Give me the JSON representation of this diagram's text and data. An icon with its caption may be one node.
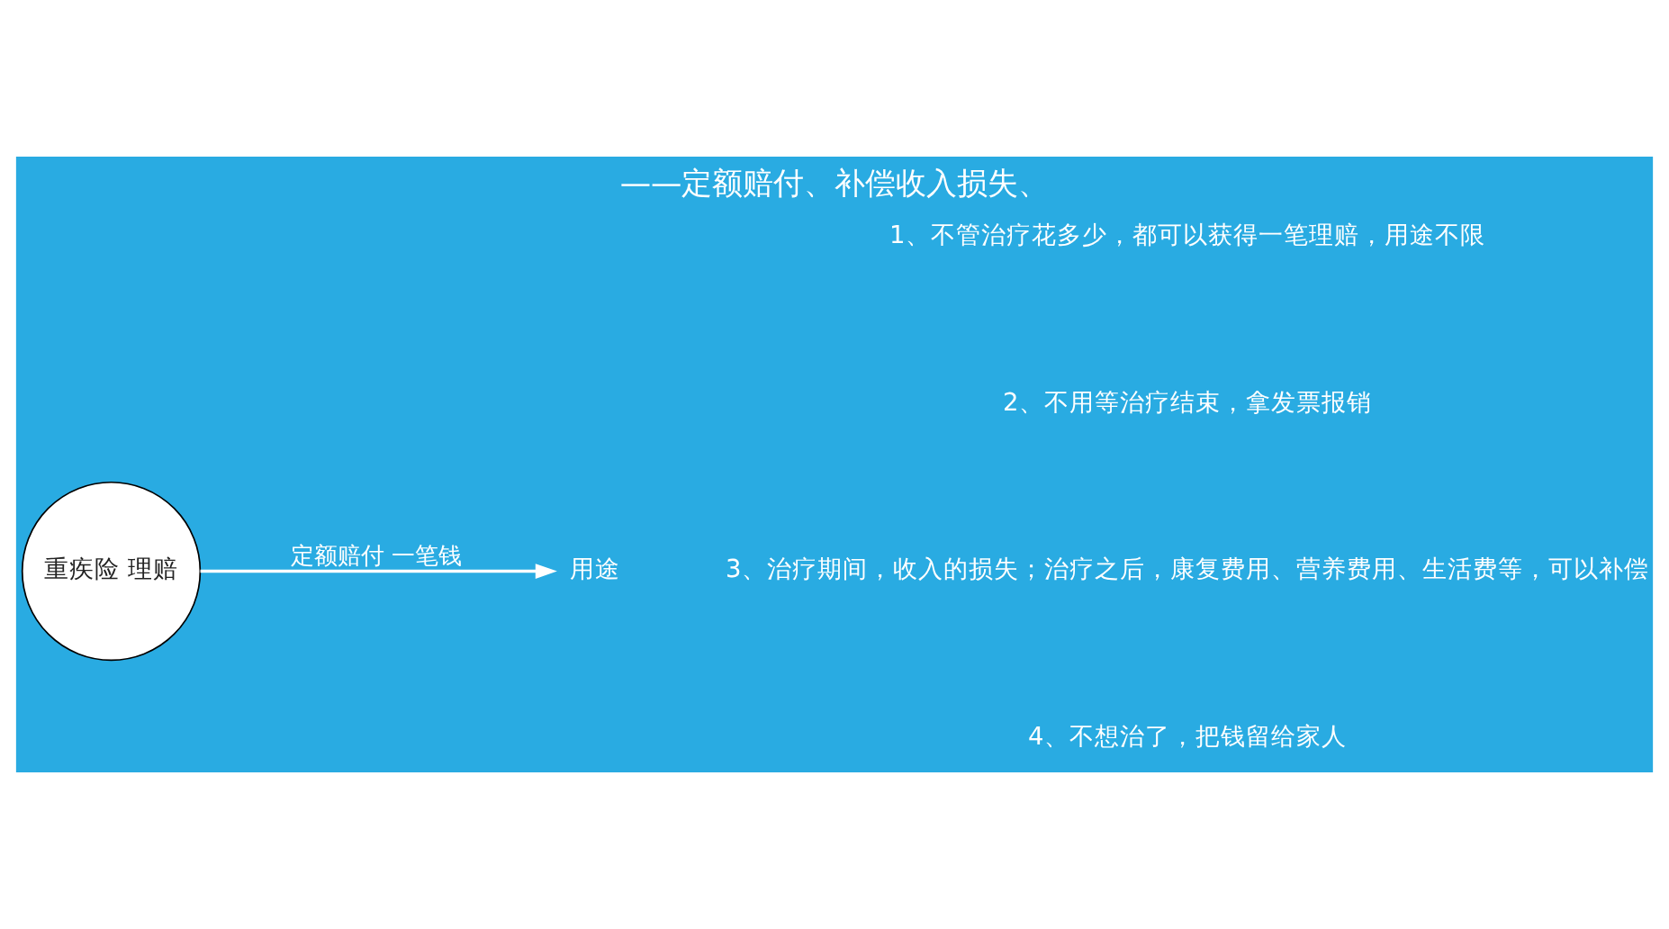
{
  "diagram": {
    "title": "——定额赔付、补偿收入损失、",
    "nodes": [
      {
        "text": [
          "重疾险 理赔"
        ]
      },
      {
        "text": [
          "用途"
        ]
      }
    ],
    "edges": [
      {
        "from": 0,
        "to": 1,
        "arrow": "to",
        "label": "定额赔付 一笔钱"
      }
    ],
    "labels": [
      "1、不管治疗花多少，都可以获得一笔理赔，用途不限",
      "2、不用等治疗结束，拿发票报销",
      "3、治疗期间，收入的损失；治疗之后，康复费用、营养费用、生活费等，可以补偿",
      "4、不想治了，把钱留给家人"
    ]
  }
}
